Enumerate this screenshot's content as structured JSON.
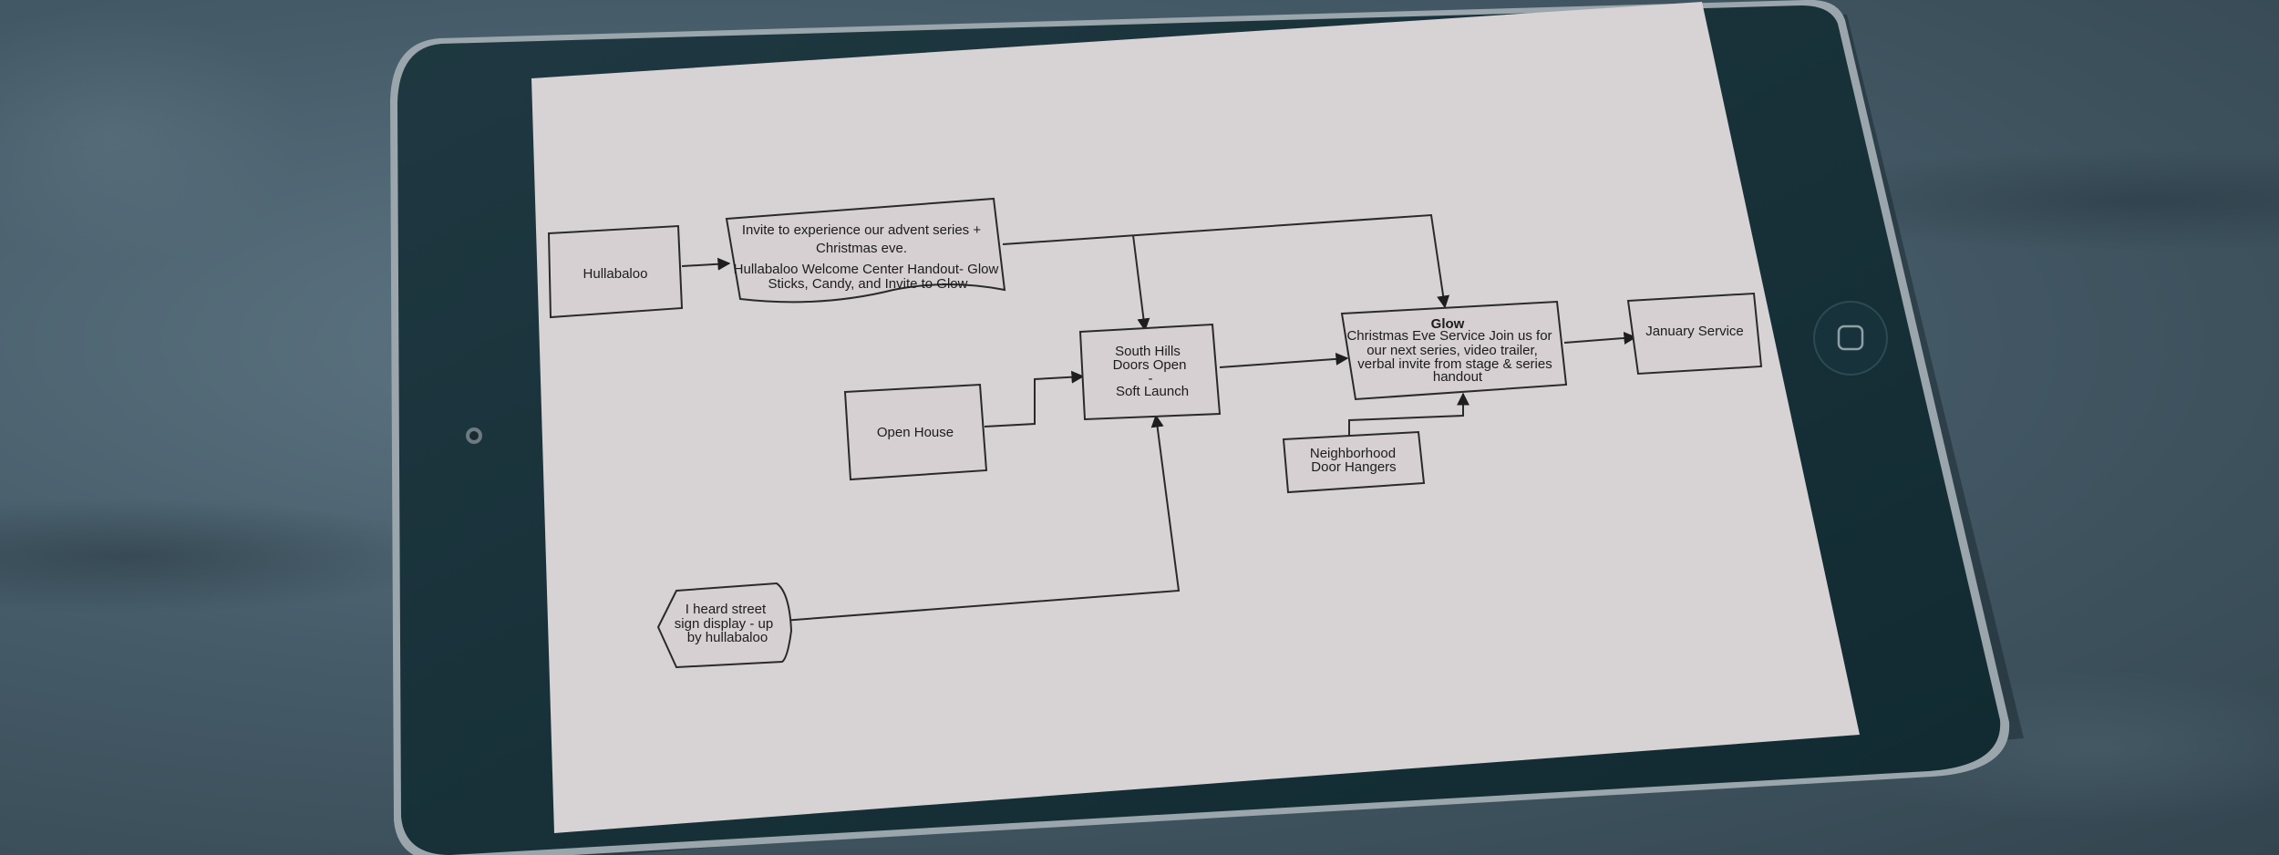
{
  "diagram": {
    "nodes": {
      "hullabaloo": {
        "label": "Hullabaloo"
      },
      "invite": {
        "lines": [
          "Invite to experience our advent series +",
          "Christmas eve.",
          "",
          "Hullabaloo Welcome Center Handout- Glow",
          "Sticks, Candy, and Invite to Glow"
        ]
      },
      "south_hills": {
        "lines": [
          "South Hills",
          "Doors Open",
          "-",
          "Soft Launch"
        ]
      },
      "open_house": {
        "label": "Open House"
      },
      "glow": {
        "title": "Glow",
        "lines": [
          "Christmas Eve Service Join us for",
          "our next series, video trailer,",
          "verbal invite from stage & series",
          "handout"
        ]
      },
      "january": {
        "label": "January Service"
      },
      "hangers": {
        "lines": [
          "Neighborhood",
          "Door Hangers"
        ]
      },
      "street_sign": {
        "lines": [
          "I heard street",
          "sign display - up",
          "by hullabaloo"
        ]
      }
    }
  }
}
